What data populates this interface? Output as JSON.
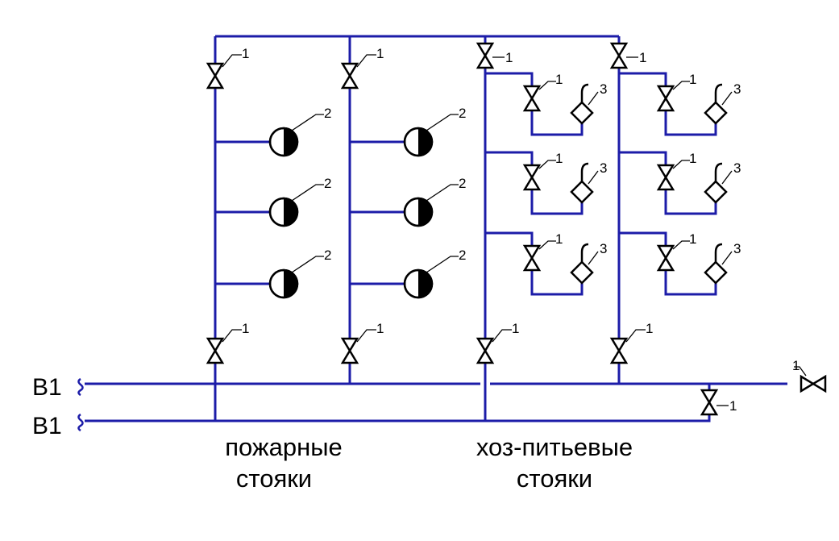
{
  "colors": {
    "pipe": "#1c1ca8",
    "symbol": "#000000",
    "background": "#ffffff"
  },
  "main_label_1": "В1",
  "main_label_2": "В1",
  "caption_fire_line1": "пожарные",
  "caption_fire_line2": "стояки",
  "caption_potable_line1": "хоз-питьевые",
  "caption_potable_line2": "стояки",
  "markers": {
    "valve": "1",
    "fire_hydrant": "2",
    "tap": "3"
  }
}
